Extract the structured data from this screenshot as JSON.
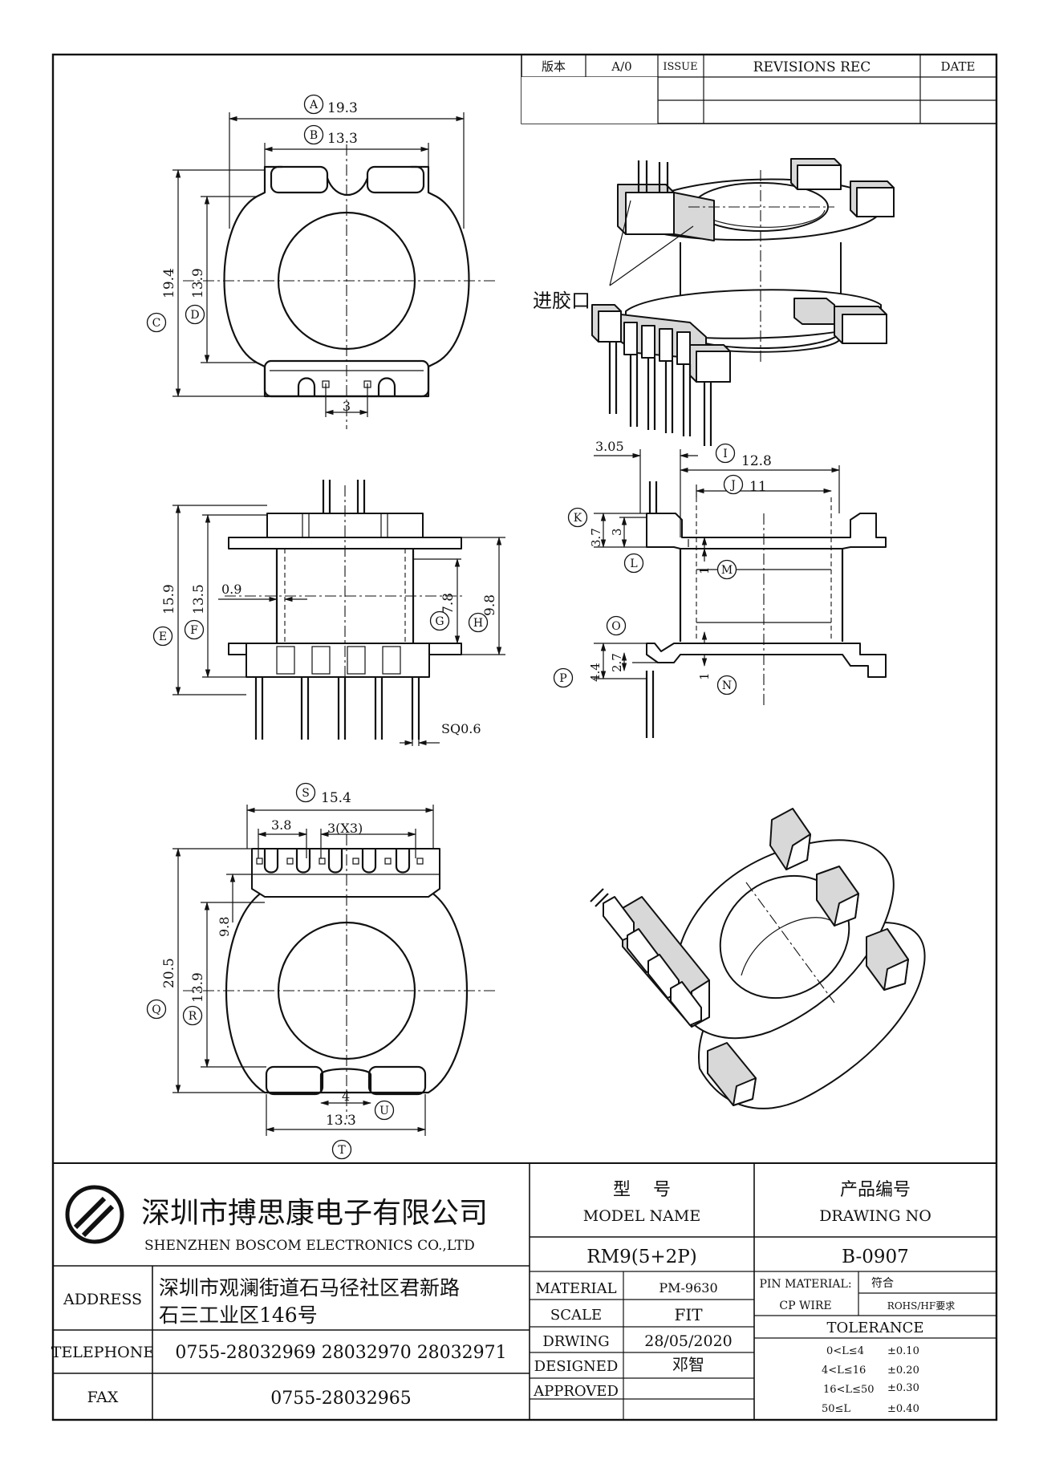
{
  "revision_table": {
    "version_label": "版本",
    "version_value": "A/0",
    "issue_label": "ISSUE",
    "revisions_label": "REVISIONS REC",
    "date_label": "DATE"
  },
  "dimensions": {
    "A": "19.3",
    "B": "13.3",
    "C": "19.4",
    "D": "13.9",
    "bottom_gap": "3",
    "E": "15.9",
    "F": "13.5",
    "G": "7.8",
    "H": "9.8",
    "wall": "0.9",
    "pin": "SQ0.6",
    "I": "12.8",
    "J": "11",
    "side_top": "3.05",
    "K": "3.7",
    "k_inner": "3",
    "M": "1",
    "N": "1",
    "O": "2.7",
    "P": "4.4",
    "S": "15.4",
    "pitch_a": "3.8",
    "pitch_b": "3(X3)",
    "Q": "20.5",
    "R": "13.9",
    "inner_9_8": "9.8",
    "U": "4",
    "T": "13.3"
  },
  "balloons": [
    "A",
    "B",
    "C",
    "D",
    "E",
    "F",
    "G",
    "H",
    "I",
    "J",
    "K",
    "L",
    "M",
    "N",
    "O",
    "P",
    "Q",
    "R",
    "S",
    "T",
    "U"
  ],
  "annotations": {
    "gate": "进胶口"
  },
  "title_block": {
    "company_cn": "深圳市搏思康电子有限公司",
    "company_en": "SHENZHEN BOSCOM ELECTRONICS CO.,LTD",
    "logo_icon": "boscom-logo-icon",
    "address_label": "ADDRESS",
    "address_line1": "深圳市观澜街道石马径社区君新路",
    "address_line2": "石三工业区146号",
    "telephone_label": "TELEPHONE",
    "telephone_value": "0755-28032969 28032970 28032971",
    "fax_label": "FAX",
    "fax_value": "0755-28032965",
    "model_cn": "型    号",
    "model_en": "MODEL NAME",
    "model_value": "RM9(5+2P)",
    "drawing_cn": "产品编号",
    "drawing_en": "DRAWING NO",
    "drawing_value": "B-0907",
    "material_label": "MATERIAL",
    "material_value": "PM-9630",
    "scale_label": "SCALE",
    "scale_value": "FIT",
    "drwing_label": "DRWING",
    "drwing_value": "28/05/2020",
    "designed_label": "DESIGNED",
    "designed_value": "邓智",
    "approved_label": "APPROVED",
    "pin_material_label": "PIN MATERIAL:",
    "pin_material_value": "符合",
    "cp_wire_label": "CP WIRE",
    "cp_wire_value": "ROHS/HF要求",
    "tolerance_label": "TOLERANCE",
    "tolerance_rows": [
      {
        "range": "0<L≤4",
        "value": "±0.10"
      },
      {
        "range": "4<L≤16",
        "value": "±0.20"
      },
      {
        "range": "16<L≤50",
        "value": "±0.30"
      },
      {
        "range": "50≤L",
        "value": "±0.40"
      }
    ]
  }
}
